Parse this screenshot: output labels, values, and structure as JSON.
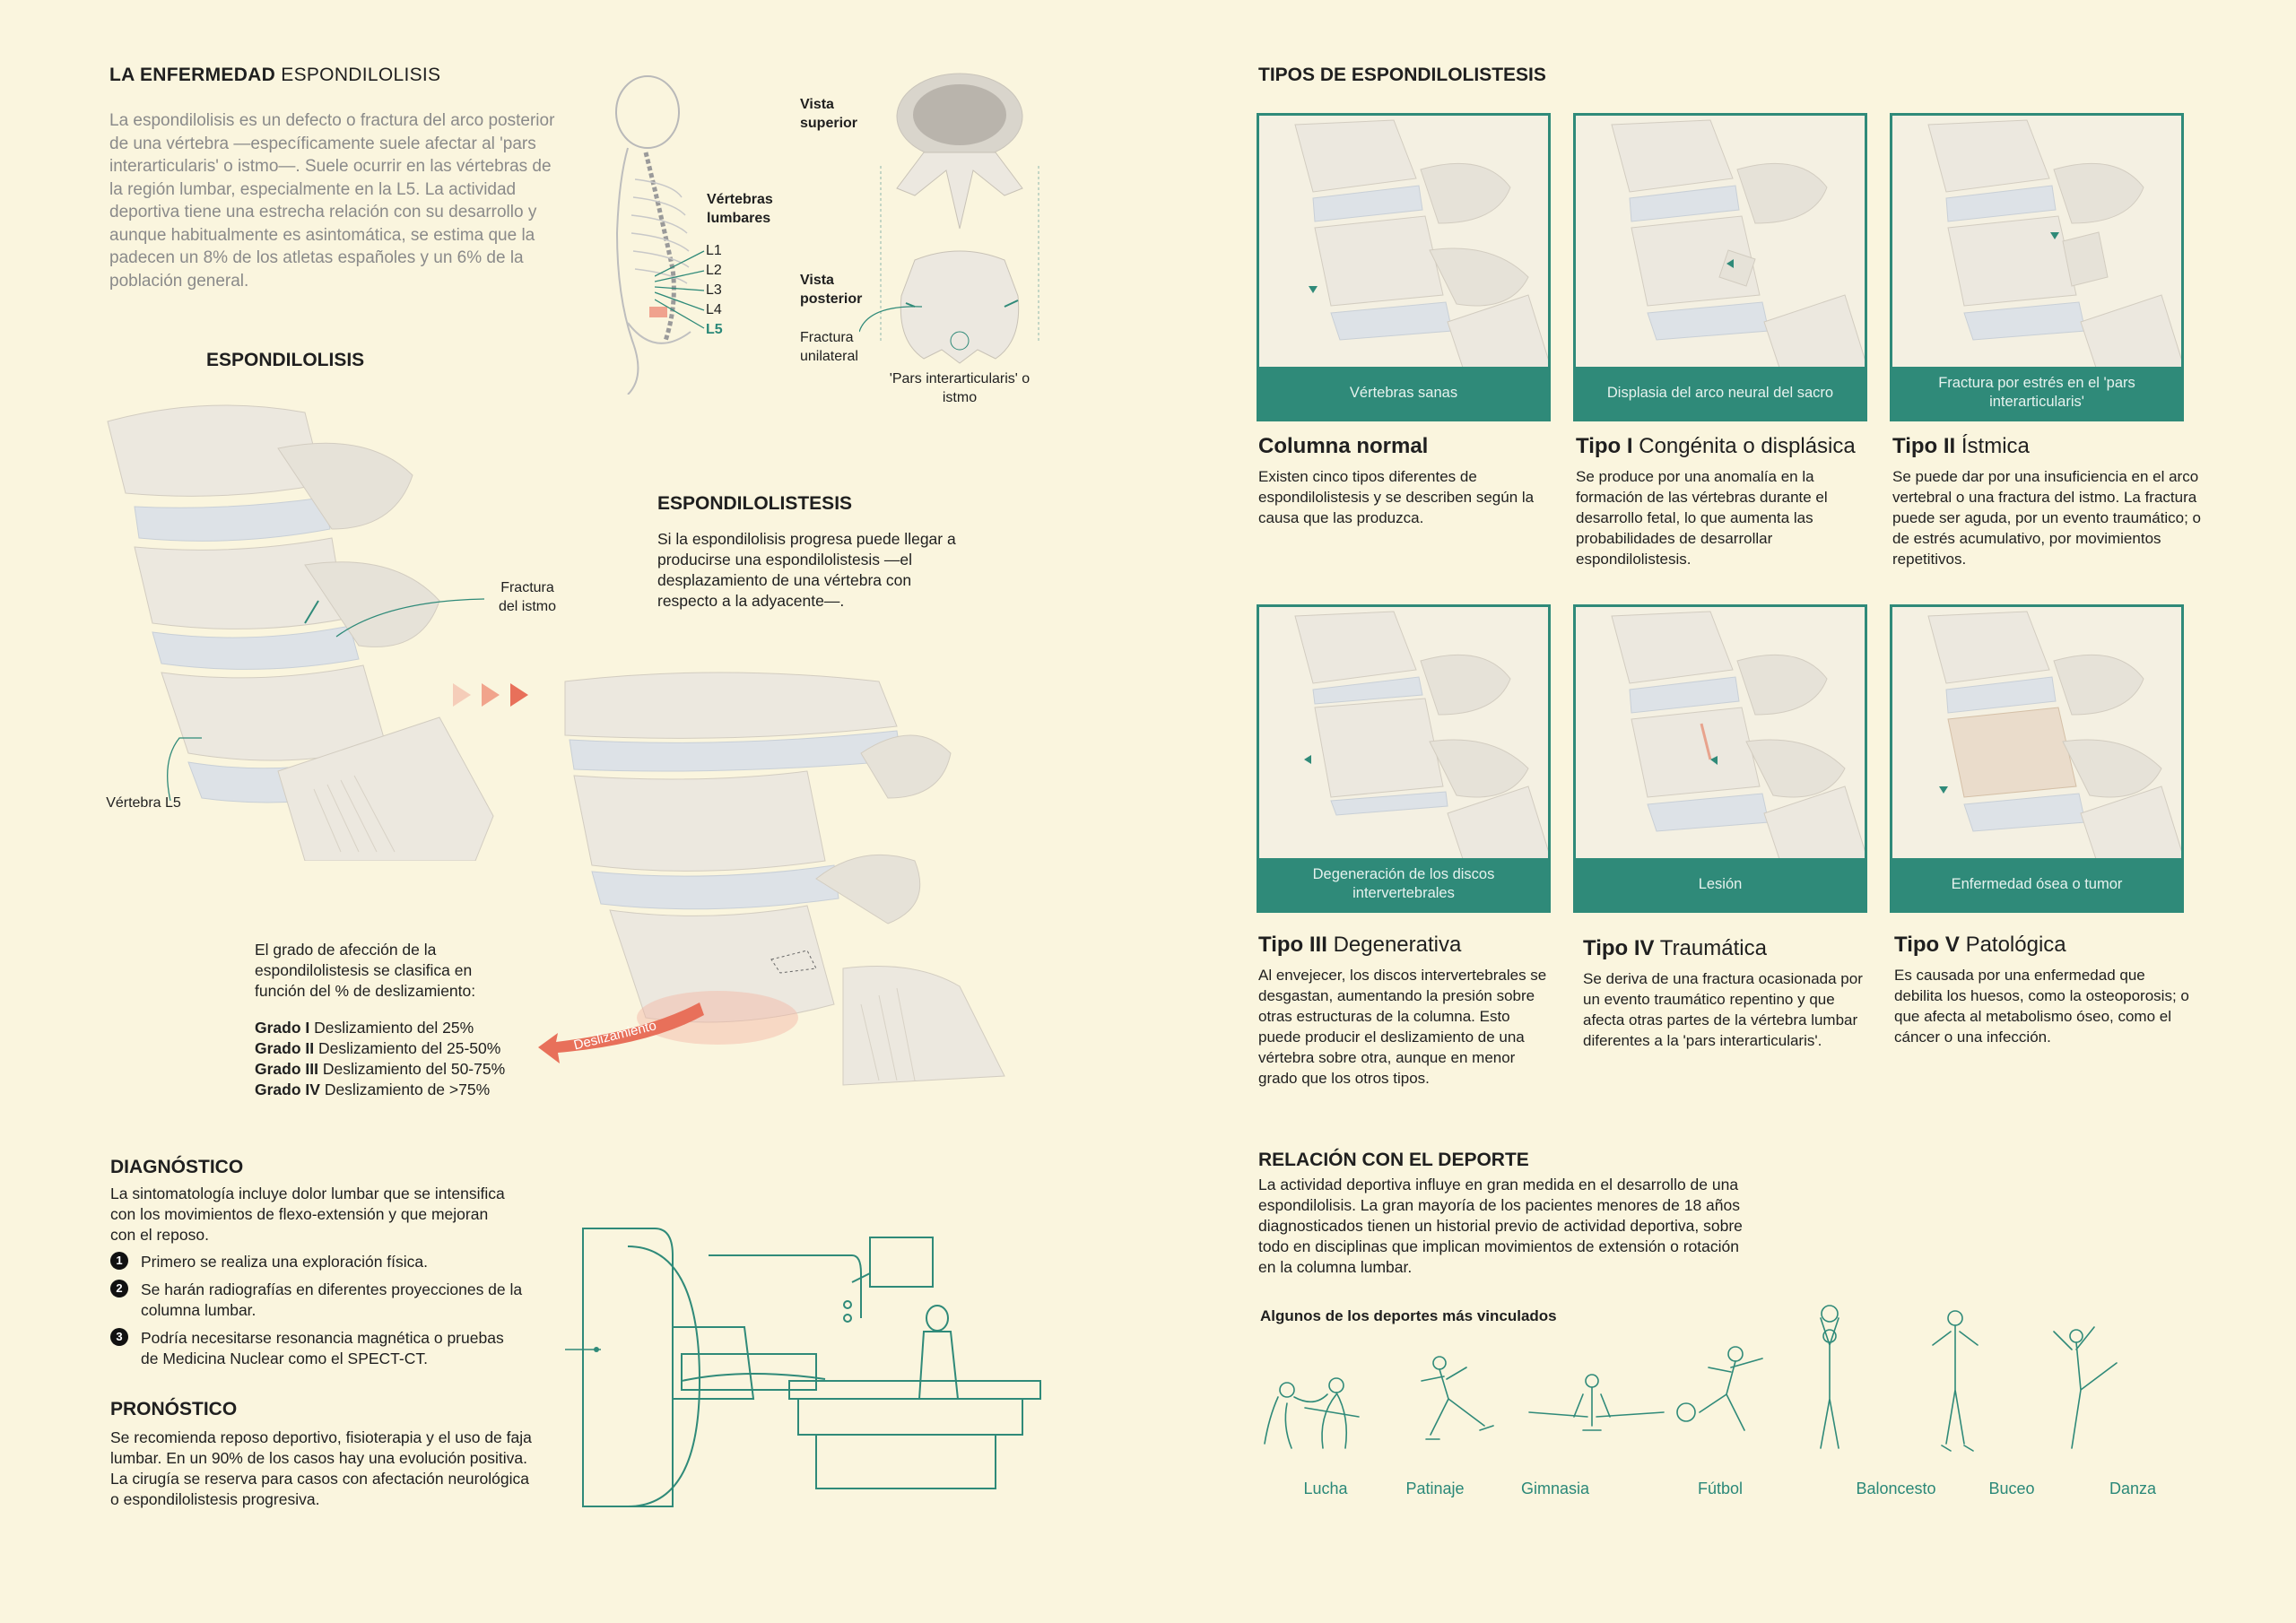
{
  "header": {
    "title_bold": "LA ENFERMEDAD",
    "title_thin": "ESPONDILOLISIS"
  },
  "intro": "La espondilolisis es un defecto o fractura del arco posterior de una vértebra —específicamente suele afectar al 'pars interarticularis' o istmo—. Suele ocurrir en las vértebras de la región lumbar, especialmente en la L5. La actividad deportiva tiene una estrecha relación con su desarrollo y aunque habitualmente es asintomática, se estima que la padecen un 8% de los atletas españoles y un 6% de la población general.",
  "anatomy": {
    "vertebras_lumbares": "Vértebras lumbares",
    "levels": [
      "L1",
      "L2",
      "L3",
      "L4",
      "L5"
    ],
    "vista_superior": "Vista superior",
    "vista_posterior": "Vista posterior",
    "fractura_unilateral": "Fractura unilateral",
    "pars": "'Pars interarticularis' o istmo"
  },
  "espondilolisis": {
    "title": "ESPONDILOLISIS",
    "fractura": "Fractura del istmo",
    "vertebra": "Vértebra L5"
  },
  "espondilolistesis": {
    "title": "ESPONDILOLISTESIS",
    "text": "Si la espondilolisis progresa puede llegar a producirse una espondilolistesis —el desplazamiento de una vértebra con respecto a la adyacente—.",
    "arrow_label": "Deslizamiento",
    "grade_intro": "El grado de afección de la espondilolistesis se clasifica en función del % de deslizamiento:",
    "grades": [
      {
        "name": "Grado I",
        "text": "Deslizamiento del 25%"
      },
      {
        "name": "Grado II",
        "text": "Deslizamiento del 25-50%"
      },
      {
        "name": "Grado III",
        "text": "Deslizamiento del 50-75%"
      },
      {
        "name": "Grado IV",
        "text": "Deslizamiento de >75%"
      }
    ]
  },
  "diagnostico": {
    "title": "DIAGNÓSTICO",
    "text": "La sintomatología incluye dolor lumbar que se intensifica con los movimientos de flexo-extensión y que mejoran con el reposo.",
    "steps": [
      {
        "n": "1",
        "text": "Primero se realiza una exploración física."
      },
      {
        "n": "2",
        "text": "Se harán radiografías en diferentes proyecciones de la columna lumbar."
      },
      {
        "n": "3",
        "text": "Podría necesitarse resonancia magnética o pruebas de Medicina Nuclear como el SPECT-CT."
      }
    ]
  },
  "pronostico": {
    "title": "PRONÓSTICO",
    "text": "Se recomienda reposo deportivo, fisioterapia y el uso de faja lumbar. En un 90% de los casos hay una evolución positiva. La cirugía se reserva para casos con afectación neurológica o espondilolistesis progresiva."
  },
  "tipos": {
    "title": "TIPOS DE ESPONDILOLISTESIS",
    "items": [
      {
        "caption": "Vértebras sanas",
        "title_bold": "Columna normal",
        "title_thin": "",
        "desc": "Existen cinco tipos diferentes de espondilolistesis y se describen según la causa que las produzca."
      },
      {
        "caption": "Displasia del arco neural del sacro",
        "title_bold": "Tipo I",
        "title_thin": "Congénita o displásica",
        "desc": "Se produce por una anomalía en la formación de las vértebras durante el desarrollo fetal, lo que aumenta las probabilidades de desarrollar espondilolistesis."
      },
      {
        "caption": "Fractura por estrés en el 'pars interarticularis'",
        "title_bold": "Tipo II",
        "title_thin": "Ístmica",
        "desc": "Se puede dar por una insuficiencia en el arco vertebral o una fractura del istmo. La fractura puede ser aguda, por un evento traumático; o de estrés acumulativo, por movimientos repetitivos."
      },
      {
        "caption": "Degeneración de los discos intervertebrales",
        "title_bold": "Tipo III",
        "title_thin": "Degenerativa",
        "desc": "Al envejecer, los discos intervertebrales se desgastan, aumentando la presión sobre otras estructuras de la columna. Esto puede producir el deslizamiento de una vértebra sobre otra, aunque en menor grado que los otros tipos."
      },
      {
        "caption": "Lesión",
        "title_bold": "Tipo IV",
        "title_thin": "Traumática",
        "desc": "Se deriva de una fractura ocasionada por un evento traumático repentino y que afecta otras partes de la vértebra lumbar diferentes a la 'pars interarticularis'."
      },
      {
        "caption": "Enfermedad ósea o tumor",
        "title_bold": "Tipo V",
        "title_thin": "Patológica",
        "desc": "Es causada por una enfermedad que debilita los huesos, como la osteoporosis; o que afecta al metabolismo óseo, como el cáncer o una infección."
      }
    ]
  },
  "deporte": {
    "title": "RELACIÓN CON EL DEPORTE",
    "text": "La actividad deportiva influye en gran medida en el desarrollo de una espondilolisis. La gran mayoría de los pacientes menores de 18 años diagnosticados tienen un historial previo de actividad deportiva, sobre todo en disciplinas que implican movimientos de extensión o rotación en la columna lumbar.",
    "subtitle": "Algunos de los deportes más vinculados",
    "sports": [
      "Lucha",
      "Patinaje",
      "Gimnasia",
      "Fútbol",
      "Baloncesto",
      "Buceo",
      "Danza"
    ]
  },
  "colors": {
    "teal": "#2f8a79",
    "background": "#faf5de",
    "accent_red": "#e8705a"
  }
}
